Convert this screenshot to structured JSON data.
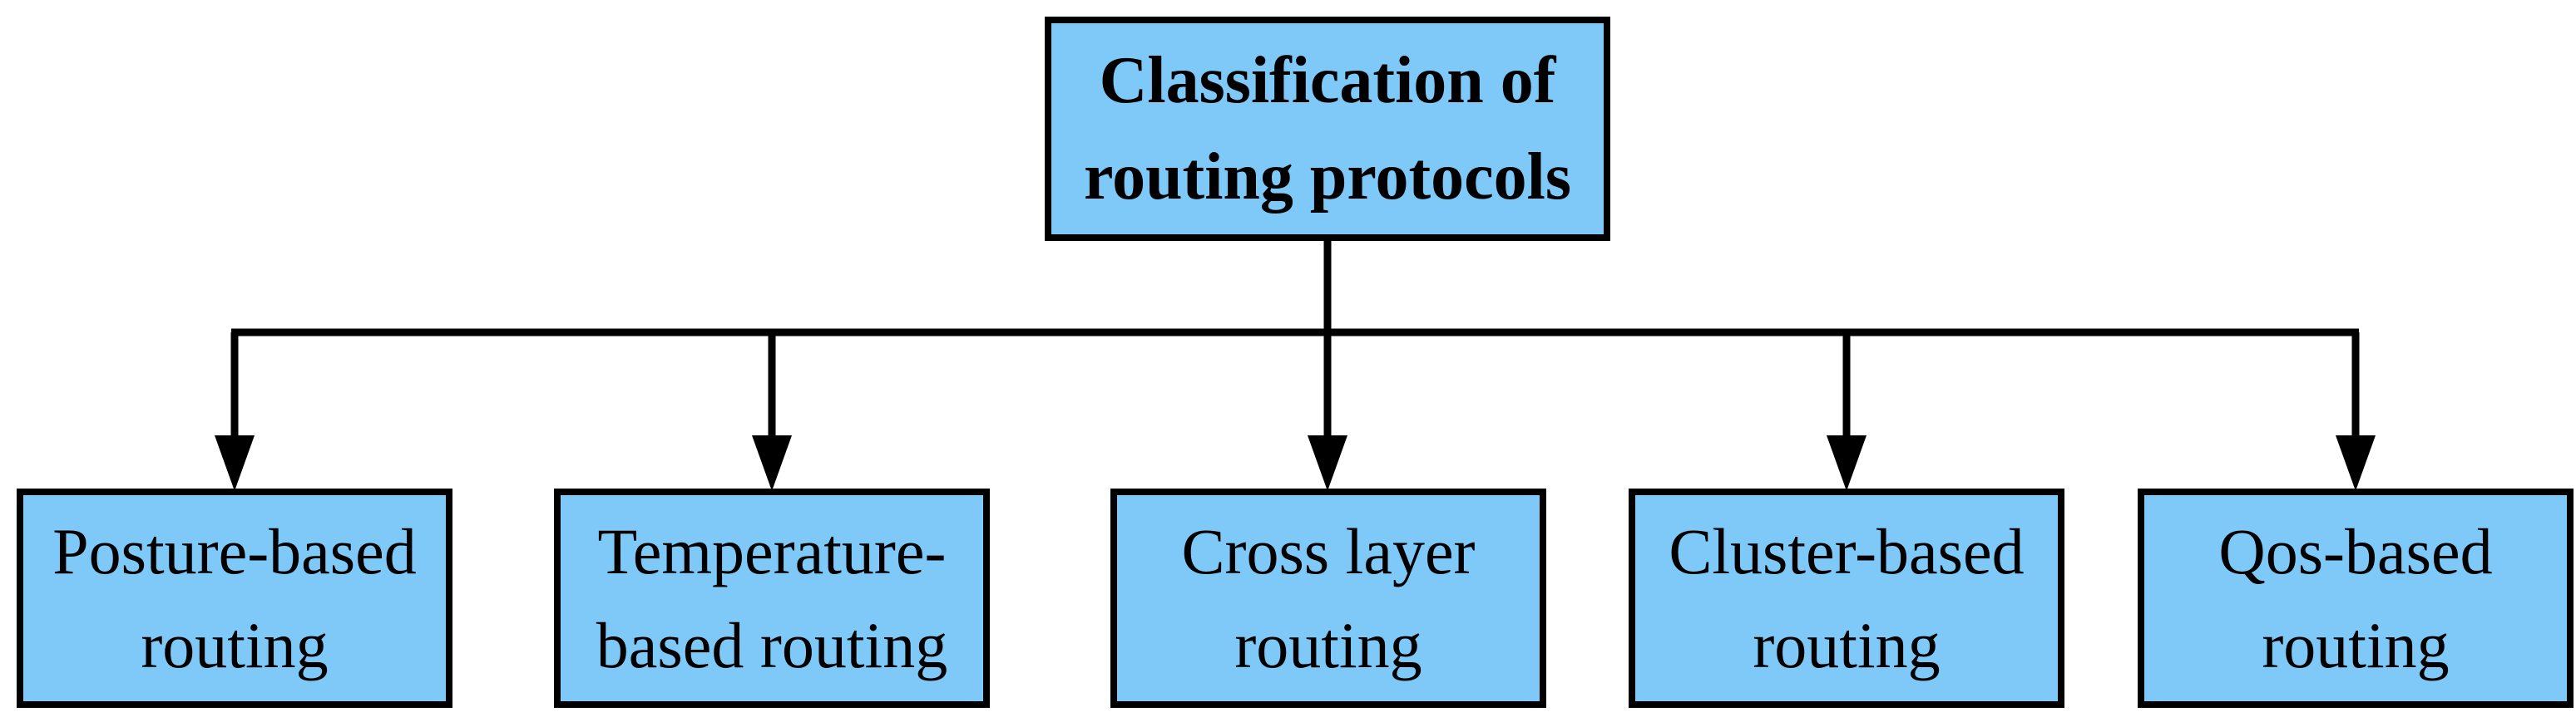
{
  "diagram": {
    "type": "classification-tree",
    "root": {
      "label": "Classification of routing protocols",
      "line1": "Classification of",
      "line2": "routing protocols"
    },
    "children": [
      {
        "label": "Posture-based routing",
        "line1": "Posture-based",
        "line2": "routing"
      },
      {
        "label": "Temperature-based routing",
        "line1": "Temperature-",
        "line2": "based routing"
      },
      {
        "label": "Cross layer routing",
        "line1": "Cross layer",
        "line2": "routing"
      },
      {
        "label": "Cluster-based routing",
        "line1": "Cluster-based",
        "line2": "routing"
      },
      {
        "label": "Qos-based routing",
        "line1": "Qos-based",
        "line2": "routing"
      }
    ],
    "colors": {
      "node_fill": "#7EC9F7",
      "node_border": "#000000",
      "connector": "#000000",
      "text": "#000000",
      "canvas_bg": "#FFFFFF"
    }
  }
}
